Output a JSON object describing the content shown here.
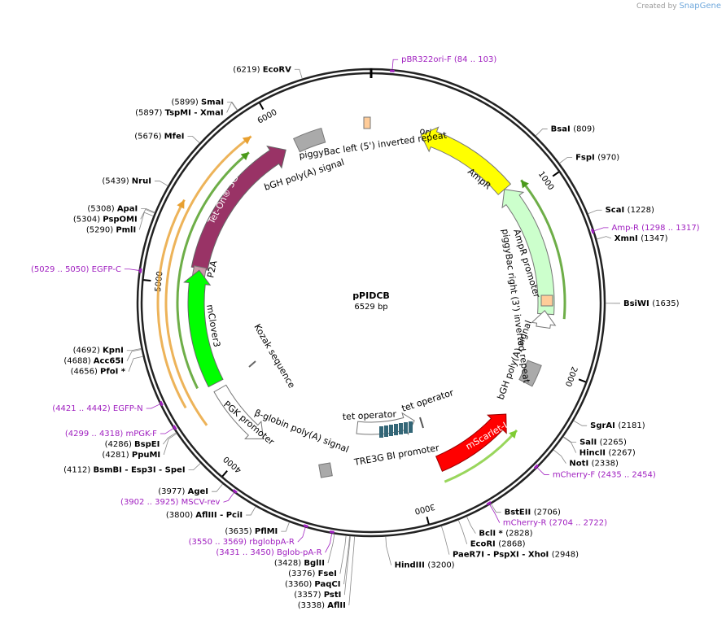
{
  "credit": {
    "prefix": "Created by",
    "brand": "SnapGene"
  },
  "plasmid": {
    "name": "pPIDCB",
    "size_label": "6529 bp",
    "length": 6529
  },
  "ticks": [
    {
      "pos": 1000,
      "label": "1000"
    },
    {
      "pos": 2000,
      "label": "2000"
    },
    {
      "pos": 3000,
      "label": "3000"
    },
    {
      "pos": 4000,
      "label": "4000"
    },
    {
      "pos": 5000,
      "label": "5000"
    },
    {
      "pos": 6000,
      "label": "6000"
    }
  ],
  "sites": [
    {
      "name": "EcoRV",
      "num": "(6219)",
      "side": "L",
      "bp": 6219
    },
    {
      "name": "SmaI",
      "num": "(5899)",
      "side": "L",
      "bp": 5899
    },
    {
      "name": "TspMI  -  XmaI",
      "num": "(5897)",
      "side": "L",
      "bp": 5897
    },
    {
      "name": "MfeI",
      "num": "(5676)",
      "side": "L",
      "bp": 5676
    },
    {
      "name": "NruI",
      "num": "(5439)",
      "side": "L",
      "bp": 5439
    },
    {
      "name": "ApaI",
      "num": "(5308)",
      "side": "L",
      "bp": 5308
    },
    {
      "name": "PspOMI",
      "num": "(5304)",
      "side": "L",
      "bp": 5304
    },
    {
      "name": "PmlI",
      "num": "(5290)",
      "side": "L",
      "bp": 5290
    },
    {
      "name": "KpnI",
      "num": "(4692)",
      "side": "L",
      "bp": 4692
    },
    {
      "name": "Acc65I",
      "num": "(4688)",
      "side": "L",
      "bp": 4688
    },
    {
      "name": "PfoI *",
      "num": "(4656)",
      "side": "L",
      "bp": 4656
    },
    {
      "name": "BspEI",
      "num": "(4286)",
      "side": "L",
      "bp": 4286
    },
    {
      "name": "PpuMI",
      "num": "(4281)",
      "side": "L",
      "bp": 4281
    },
    {
      "name": "BsmBI  -  Esp3I  -  SpeI",
      "num": "(4112)",
      "side": "L",
      "bp": 4112
    },
    {
      "name": "AgeI",
      "num": "(3977)",
      "side": "L",
      "bp": 3977
    },
    {
      "name": "AflIII  -  PciI",
      "num": "(3800)",
      "side": "L",
      "bp": 3800
    },
    {
      "name": "PflMI",
      "num": "(3635)",
      "side": "L",
      "bp": 3635
    },
    {
      "name": "BglII",
      "num": "(3428)",
      "side": "L",
      "bp": 3428
    },
    {
      "name": "FseI",
      "num": "(3376)",
      "side": "L",
      "bp": 3376
    },
    {
      "name": "PaqCI",
      "num": "(3360)",
      "side": "L",
      "bp": 3360
    },
    {
      "name": "PstI",
      "num": "(3357)",
      "side": "L",
      "bp": 3357
    },
    {
      "name": "AflII",
      "num": "(3338)",
      "side": "L",
      "bp": 3338
    },
    {
      "name": "HindIII",
      "num": "(3200)",
      "side": "R",
      "bp": 3200
    },
    {
      "name": "BsaI",
      "num": "(809)",
      "side": "R",
      "bp": 809
    },
    {
      "name": "FspI",
      "num": "(970)",
      "side": "R",
      "bp": 970
    },
    {
      "name": "ScaI",
      "num": "(1228)",
      "side": "R",
      "bp": 1228
    },
    {
      "name": "XmnI",
      "num": "(1347)",
      "side": "R",
      "bp": 1347
    },
    {
      "name": "BsiWI",
      "num": "(1635)",
      "side": "R",
      "bp": 1635
    },
    {
      "name": "SgrAI",
      "num": "(2181)",
      "side": "R",
      "bp": 2181
    },
    {
      "name": "SalI",
      "num": "(2265)",
      "side": "R",
      "bp": 2265
    },
    {
      "name": "HincII",
      "num": "(2267)",
      "side": "R",
      "bp": 2267
    },
    {
      "name": "NotI",
      "num": "(2338)",
      "side": "R",
      "bp": 2338
    },
    {
      "name": "BstEII",
      "num": "(2706)",
      "side": "R",
      "bp": 2706
    },
    {
      "name": "BclI *",
      "num": "(2828)",
      "side": "R",
      "bp": 2828
    },
    {
      "name": "EcoRI",
      "num": "(2868)",
      "side": "R",
      "bp": 2868
    },
    {
      "name": "PaeR7I  -  PspXI  -  XhoI",
      "num": "(2948)",
      "side": "R",
      "bp": 2948
    }
  ],
  "primers": [
    {
      "name": "pBR322ori-F",
      "range": "(84 .. 103)",
      "side": "R",
      "bp": 94
    },
    {
      "name": "Amp-R",
      "range": "(1298 .. 1317)",
      "side": "R",
      "bp": 1308
    },
    {
      "name": "mCherry-F",
      "range": "(2435 .. 2454)",
      "side": "R",
      "bp": 2445
    },
    {
      "name": "mCherry-R",
      "range": "(2704 .. 2722)",
      "side": "R",
      "bp": 2713
    },
    {
      "name": "rbglobpA-R",
      "range": "(3550 .. 3569)",
      "side": "L",
      "bp": 3560
    },
    {
      "name": "Bglob-pA-R",
      "range": "(3431 .. 3450)",
      "side": "L",
      "bp": 3440
    },
    {
      "name": "MSCV-rev",
      "range": "(3902 .. 3925)",
      "side": "L",
      "bp": 3914
    },
    {
      "name": "mPGK-F",
      "range": "(4299 .. 4318)",
      "side": "L",
      "bp": 4308
    },
    {
      "name": "EGFP-N",
      "range": "(4421 .. 4442)",
      "side": "L",
      "bp": 4431
    },
    {
      "name": "EGFP-C",
      "range": "(5029 .. 5050)",
      "side": "L",
      "bp": 5040
    }
  ],
  "features": {
    "ori": {
      "label": "ori",
      "color": "#ffff00"
    },
    "ampr": {
      "label": "AmpR",
      "color": "#ccffcc"
    },
    "ampr_promoter": {
      "label": "AmpR promoter"
    },
    "pb_left": {
      "label": "piggyBac left (5') inverted repeat"
    },
    "pb_right": {
      "label": "piggyBac right (3') inverted repeat"
    },
    "bgh_top": {
      "label": "bGH poly(A) signal"
    },
    "bgh_right": {
      "label": "bGH poly(A) signal"
    },
    "tet_on": {
      "label": "Tet-On® 3G",
      "color": "#993366"
    },
    "p2a": {
      "label": "P2A"
    },
    "mclover": {
      "label": "mClover3",
      "color": "#00ff00"
    },
    "kozak": {
      "label": "Kozak sequence"
    },
    "pgk": {
      "label": "PGK promoter"
    },
    "beta_globin": {
      "label": "β-globin poly(A) signal"
    },
    "tet_op1": {
      "label": "tet operator"
    },
    "tet_op2": {
      "label": "tet operator"
    },
    "tre3g": {
      "label": "TRE3G BI promoter"
    },
    "mscarlet": {
      "label": "mScarlet-I",
      "color": "#ff0000"
    }
  }
}
